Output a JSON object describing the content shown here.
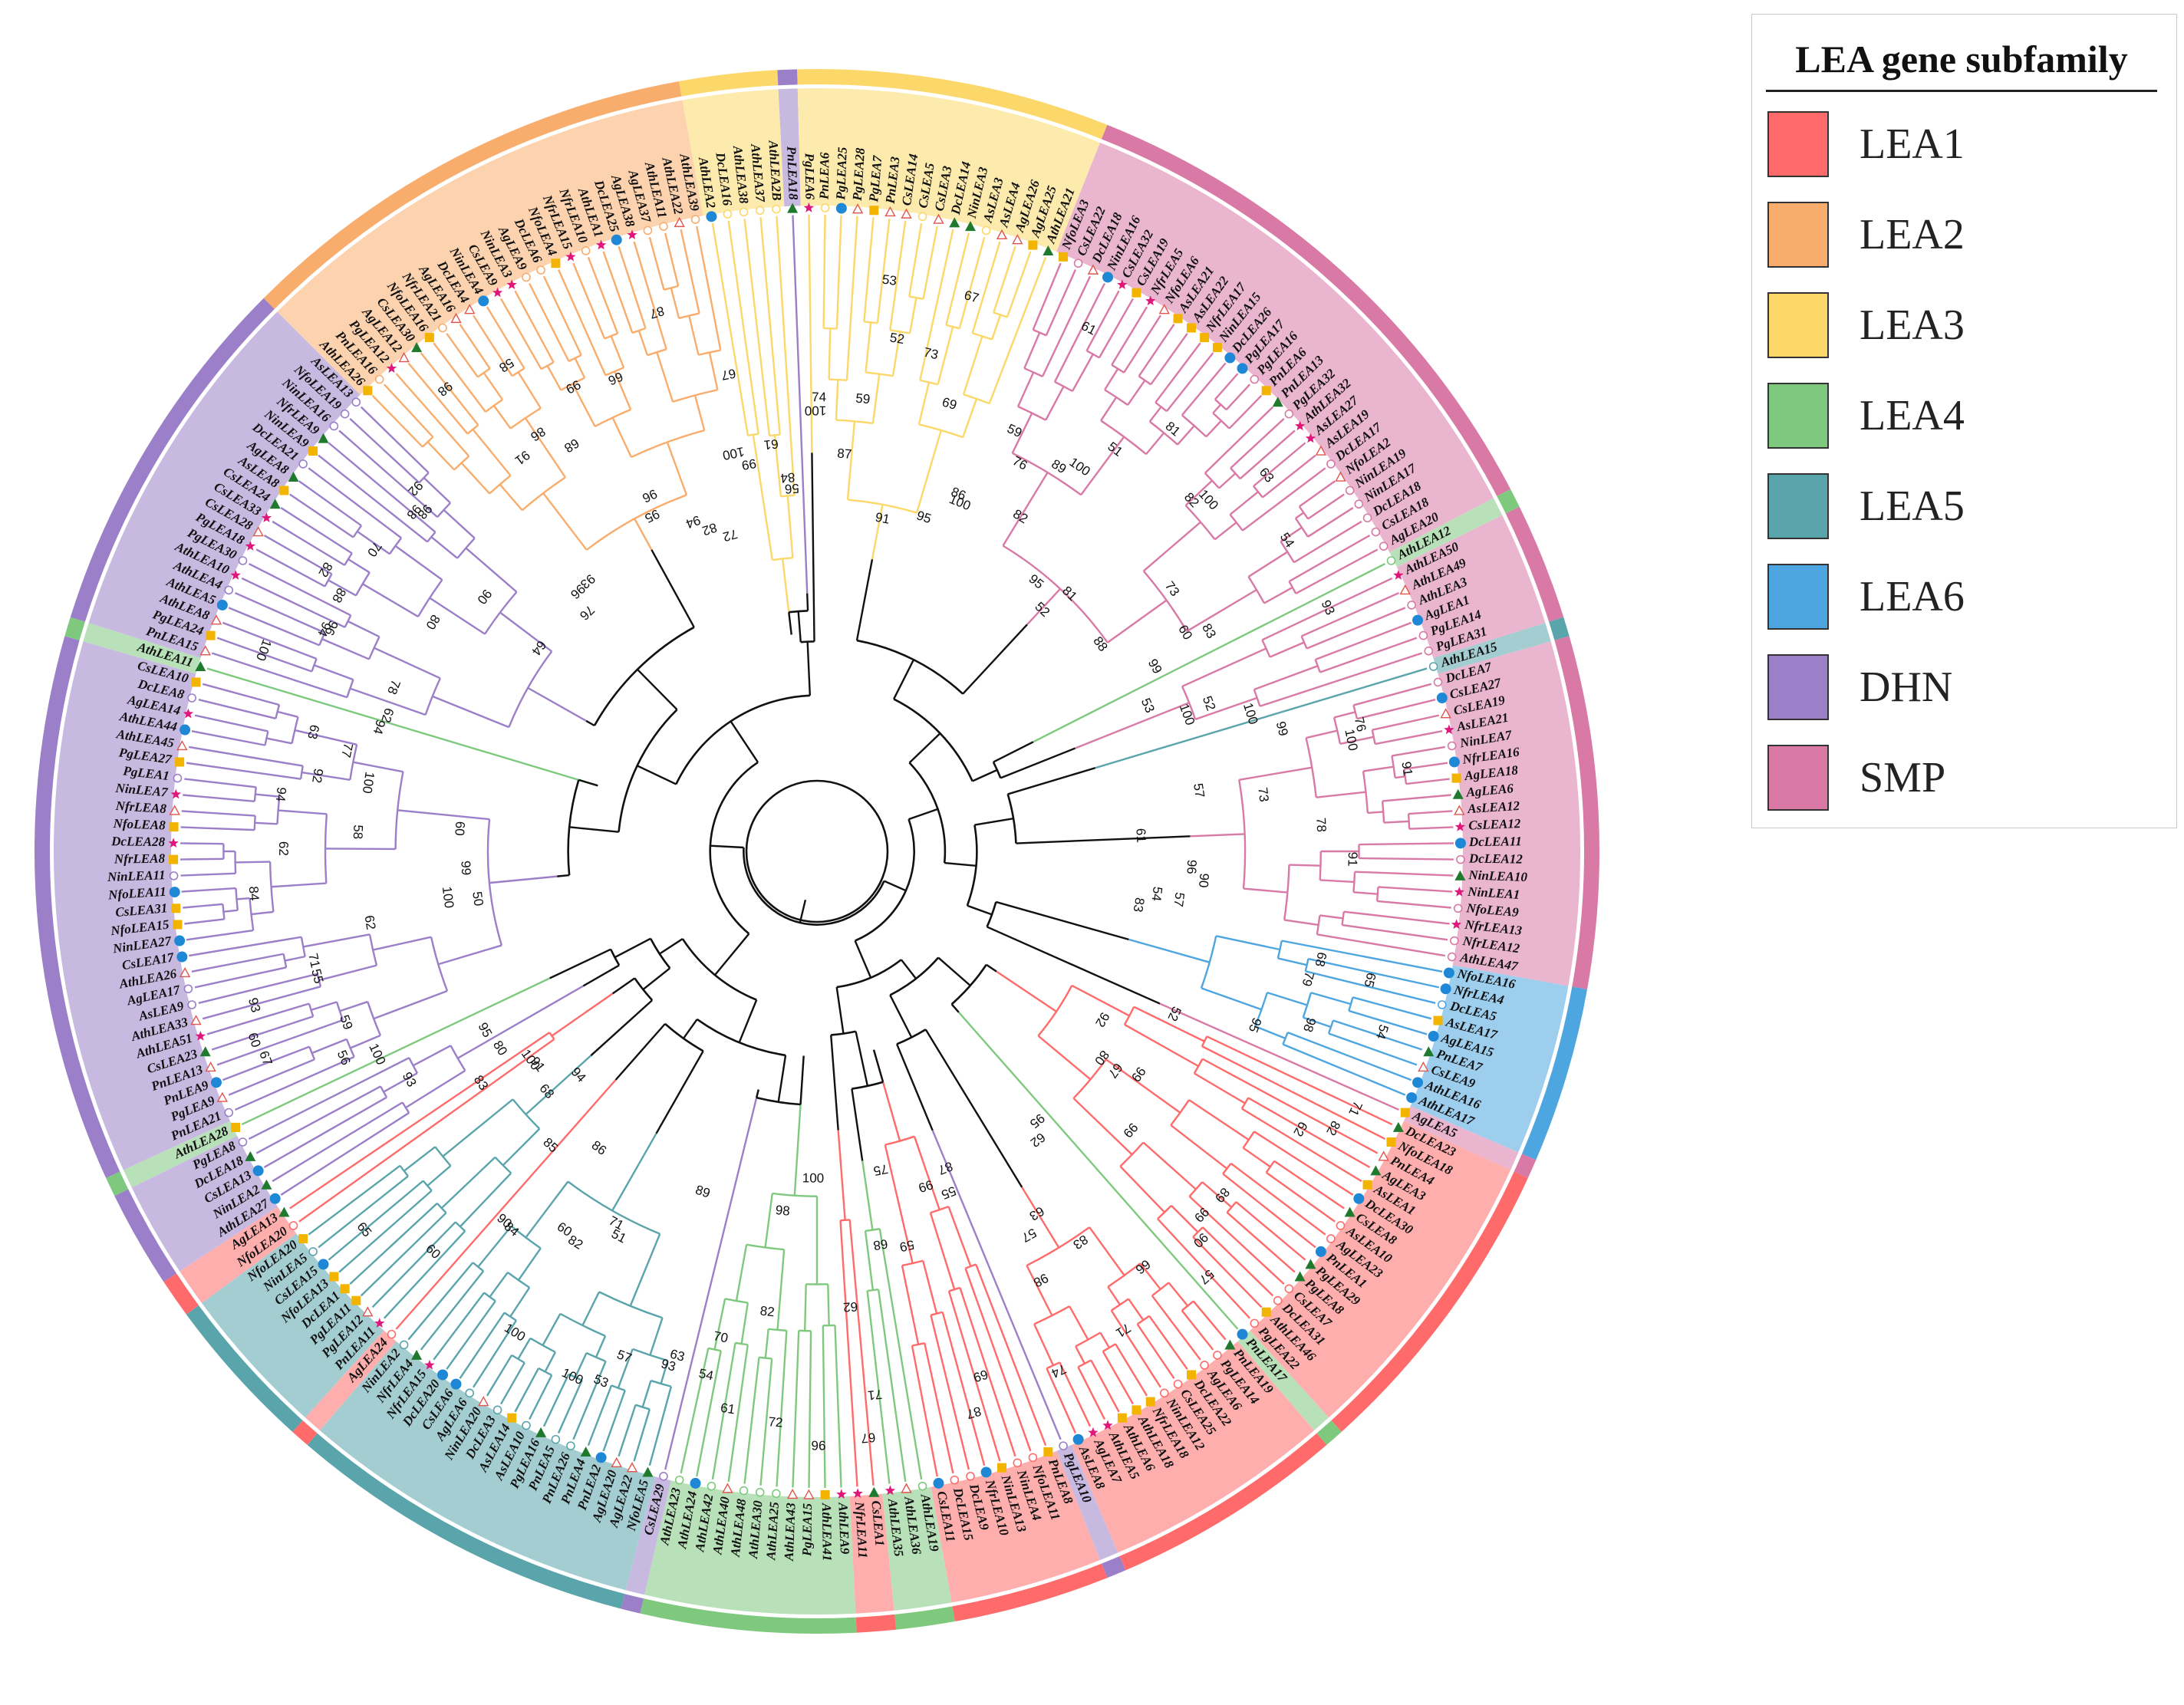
{
  "legend": {
    "title": "LEA gene subfamily",
    "items": [
      {
        "label": "LEA1",
        "color": "#ff6b6b"
      },
      {
        "label": "LEA2",
        "color": "#f9ad6d"
      },
      {
        "label": "LEA3",
        "color": "#fcd86a"
      },
      {
        "label": "LEA4",
        "color": "#7fc97f"
      },
      {
        "label": "LEA5",
        "color": "#5aa4ab"
      },
      {
        "label": "LEA6",
        "color": "#4ea6e0"
      },
      {
        "label": "DHN",
        "color": "#9b7fc8"
      },
      {
        "label": "SMP",
        "color": "#d879a6"
      }
    ]
  },
  "tree": {
    "bootstrap_labels": [
      "74",
      "87",
      "59",
      "53",
      "52",
      "91",
      "73",
      "67",
      "69",
      "95",
      "86",
      "100",
      "59",
      "61",
      "76",
      "82",
      "89",
      "100",
      "51",
      "95",
      "81",
      "52",
      "81",
      "82",
      "100",
      "63",
      "73",
      "88",
      "54",
      "60",
      "83",
      "99",
      "93",
      "53",
      "52",
      "100",
      "100",
      "99",
      "76",
      "100",
      "57",
      "91",
      "73",
      "78",
      "61",
      "91",
      "96",
      "90",
      "54",
      "57",
      "83",
      "68",
      "65",
      "79",
      "54",
      "98",
      "95",
      "52",
      "71",
      "82",
      "62",
      "92",
      "99",
      "80",
      "67",
      "89",
      "99",
      "99",
      "90",
      "57",
      "95",
      "66",
      "62",
      "83",
      "71",
      "63",
      "57",
      "98",
      "74",
      "87",
      "55",
      "99",
      "69",
      "87",
      "59",
      "75",
      "68",
      "71",
      "67",
      "62",
      "96",
      "100",
      "72",
      "98",
      "82",
      "61",
      "70",
      "54",
      "63",
      "93",
      "89",
      "57",
      "53",
      "100",
      "51",
      "71",
      "82",
      "100",
      "60",
      "86",
      "84",
      "90",
      "85",
      "60",
      "94",
      "68",
      "65",
      "91",
      "100",
      "83",
      "80",
      "93",
      "95",
      "100",
      "56",
      "67",
      "59",
      "60",
      "93",
      "55",
      "71",
      "62",
      "50",
      "100",
      "84",
      "99",
      "62",
      "58",
      "60",
      "94",
      "92",
      "100",
      "77",
      "63",
      "94",
      "62",
      "100",
      "78",
      "94",
      "96",
      "88",
      "82",
      "80",
      "70",
      "64",
      "90",
      "98",
      "98",
      "92",
      "76",
      "96",
      "93",
      "98",
      "91",
      "86",
      "58",
      "68",
      "99",
      "95",
      "96",
      "66",
      "94",
      "82",
      "87",
      "72",
      "100",
      "67",
      "99",
      "61",
      "84",
      "56",
      "100"
    ],
    "groups": [
      {
        "family": "LEA3",
        "leaves": [
          "PnLEA6",
          "PgLEA25",
          "PgLEA28",
          "PgLEA7",
          "PnLEA3",
          "CsLEA14",
          "CsLEA5",
          "CsLEA3",
          "DcLEA14",
          "NinLEA3",
          "AsLEA3",
          "AsLEA4",
          "AgLEA26",
          "AgLEA25",
          "AthLEA21"
        ]
      },
      {
        "family": "SMP",
        "leaves": [
          "NfoLEA3",
          "CsLEA22",
          "DcLEA18",
          "NinLEA16",
          "CsLEA32",
          "CsLEA19",
          "NfrLEA5",
          "NfoLEA6",
          "AsLEA21",
          "AsLEA22",
          "NfrLEA17",
          "NinLEA15",
          "DcLEA26",
          "PgLEA17",
          "PgLEA16",
          "PnLEA6",
          "PnLEA13",
          "PgLEA32",
          "AthLEA32",
          "AsLEA27",
          "AsLEA19",
          "DcLEA17",
          "NfoLEA2",
          "NinLEA19",
          "NinLEA17",
          "DcLEA18",
          "CsLEA18",
          "AgLEA20"
        ]
      },
      {
        "family": "LEA4",
        "leaves": [
          "AthLEA12"
        ]
      },
      {
        "family": "SMP",
        "leaves": [
          "AthLEA50",
          "AthLEA49",
          "AthLEA3",
          "AgLEA1",
          "PgLEA14",
          "PgLEA31"
        ]
      },
      {
        "family": "LEA5",
        "leaves": [
          "AthLEA15"
        ]
      },
      {
        "family": "SMP",
        "leaves": [
          "DcLEA7",
          "CsLEA27",
          "CsLEA19",
          "AsLEA21",
          "NinLEA7",
          "NfrLEA16",
          "AgLEA18",
          "AgLEA6",
          "AsLEA12",
          "CsLEA12",
          "DcLEA11",
          "DcLEA12",
          "NinLEA10",
          "NinLEA1",
          "NfoLEA9",
          "NfrLEA13",
          "NfrLEA12",
          "AthLEA47"
        ]
      },
      {
        "family": "LEA6",
        "leaves": [
          "NfoLEA16",
          "NfrLEA4",
          "DcLEA5",
          "AsLEA17",
          "AgLEA15",
          "PnLEA7",
          "CsLEA9",
          "AthLEA16",
          "AthLEA17"
        ]
      },
      {
        "family": "SMP",
        "leaves": [
          "AgLEA5"
        ]
      },
      {
        "family": "LEA1",
        "leaves": [
          "DcLEA23",
          "NfoLEA18",
          "PnLEA4",
          "AgLEA3",
          "AsLEA1",
          "DcLEA30",
          "CsLEA8",
          "AsLEA10",
          "AgLEA23",
          "PnLEA1",
          "PgLEA29",
          "PgLEA8",
          "CsLEA7",
          "DcLEA31",
          "AthLEA46",
          "PgLEA22"
        ]
      },
      {
        "family": "LEA4",
        "leaves": [
          "PnLEA17"
        ]
      },
      {
        "family": "LEA1",
        "leaves": [
          "PnLEA19",
          "PgLEA14",
          "AgLEA6",
          "DcLEA22",
          "CsLEA25",
          "NinLEA12",
          "NfrLEA18",
          "AthLEA18",
          "AthLEA6",
          "AthLEA5",
          "AgLEA7",
          "AsLEA8"
        ]
      },
      {
        "family": "DHN",
        "leaves": [
          "PgLEA10"
        ]
      },
      {
        "family": "LEA1",
        "leaves": [
          "PnLEA8",
          "NfoLEA11",
          "NinLEA4",
          "NinLEA13",
          "NfrLEA10",
          "DcLEA9",
          "DcLEA15",
          "CsLEA11"
        ]
      },
      {
        "family": "LEA4",
        "leaves": [
          "AthLEA19",
          "AthLEA36",
          "AthLEA35"
        ]
      },
      {
        "family": "LEA1",
        "leaves": [
          "CsLEA1",
          "NfrLEA11"
        ]
      },
      {
        "family": "LEA4",
        "leaves": [
          "AthLEA9",
          "AthLEA41",
          "PgLEA15",
          "AthLEA43",
          "AthLEA25",
          "AthLEA30",
          "AthLEA48",
          "AthLEA40",
          "AthLEA42",
          "AthLEA24",
          "AthLEA23"
        ]
      },
      {
        "family": "DHN",
        "leaves": [
          "CsLEA29"
        ]
      },
      {
        "family": "LEA5",
        "leaves": [
          "NfoLEA5",
          "AgLEA22",
          "AgLEA20",
          "PnLEA2",
          "PnLEA4",
          "PnLEA26",
          "PnLEA5",
          "PgLEA16",
          "AsLEA10",
          "AsLEA14",
          "DcLEA3",
          "NinLEA20",
          "AgLEA6",
          "CsLEA6",
          "DcLEA20",
          "NfrLEA15",
          "NfrLEA4",
          "NinLEA2"
        ]
      },
      {
        "family": "LEA1",
        "leaves": [
          "AgLEA24"
        ]
      },
      {
        "family": "LEA5",
        "leaves": [
          "PnLEA11",
          "PgLEA12",
          "PgLEA11",
          "DcLEA1",
          "NfoLEA13",
          "CsLEA15",
          "NinLEA5",
          "NfoLEA20"
        ]
      },
      {
        "family": "LEA1",
        "leaves": [
          "NfoLEA20",
          "AgLEA13"
        ]
      },
      {
        "family": "DHN",
        "leaves": [
          "AthLEA27",
          "NinLEA2",
          "CsLEA13",
          "DcLEA18",
          "PgLEA8"
        ]
      },
      {
        "family": "LEA4",
        "leaves": [
          "AthLEA28"
        ]
      },
      {
        "family": "DHN",
        "leaves": [
          "PnLEA21",
          "PgLEA9",
          "PnLEA9",
          "PnLEA13",
          "CsLEA23",
          "AthLEA51",
          "AthLEA33",
          "AsLEA9",
          "AgLEA17",
          "AthLEA26",
          "CsLEA17",
          "NinLEA27",
          "NfoLEA15",
          "CsLEA31",
          "NfoLEA11",
          "NinLEA11",
          "NfrLEA8",
          "DcLEA28",
          "NfoLEA8",
          "NfrLEA8",
          "NinLEA7",
          "PgLEA1",
          "PgLEA27",
          "AthLEA45",
          "AthLEA44",
          "AgLEA14",
          "DcLEA8",
          "CsLEA10"
        ]
      },
      {
        "family": "LEA4",
        "leaves": [
          "AthLEA11"
        ]
      },
      {
        "family": "DHN",
        "leaves": [
          "PnLEA15",
          "PgLEA24",
          "AthLEA8",
          "AthLEA5",
          "AthLEA4",
          "AthLEA10",
          "PgLEA30",
          "PgLEA18",
          "CsLEA28",
          "CsLEA33",
          "CsLEA24",
          "AsLEA8",
          "AgLEA8",
          "DcLEA21",
          "NinLEA9",
          "NfrLEA9",
          "NinLEA16",
          "NfoLEA19",
          "AsLEA13"
        ]
      },
      {
        "family": "LEA2",
        "leaves": [
          "AthLEA26",
          "PnLEA16",
          "PgLEA12",
          "AgLEA12",
          "CsLEA30",
          "NfoLEA16",
          "NfrLEA21",
          "AgLEA16",
          "DcLEA4",
          "NinLEA4",
          "CsLEA9",
          "NinLEA3",
          "AgLEA9",
          "DcLEA6",
          "NfoLEA4",
          "NfrLEA15",
          "NfrLEA10",
          "AthLEA1",
          "DcLEA25",
          "AgLEA38",
          "AgLEA37",
          "AthLEA11",
          "AthLEA22",
          "AthLEA39"
        ]
      },
      {
        "family": "LEA3",
        "leaves": [
          "AthLEA2",
          "DcLEA16",
          "AthLEA38",
          "AthLEA37",
          "AthLEA2B"
        ]
      },
      {
        "family": "DHN",
        "leaves": [
          "PnLEA18"
        ]
      },
      {
        "family": "LEA3",
        "leaves": [
          "PgLEA6"
        ]
      }
    ]
  }
}
